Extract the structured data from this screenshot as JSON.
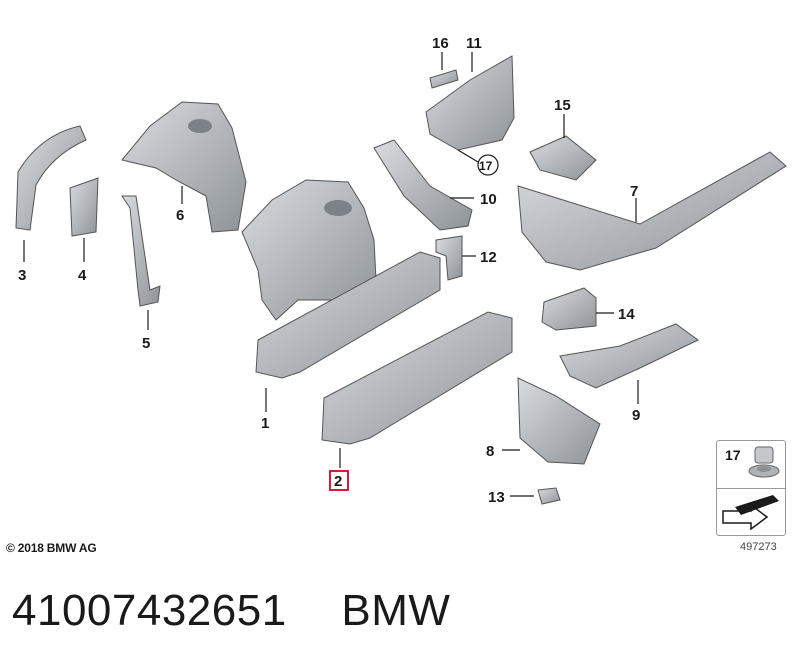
{
  "callouts": [
    {
      "id": "1",
      "label": "1"
    },
    {
      "id": "2",
      "label": "2"
    },
    {
      "id": "3",
      "label": "3"
    },
    {
      "id": "4",
      "label": "4"
    },
    {
      "id": "5",
      "label": "5"
    },
    {
      "id": "6",
      "label": "6"
    },
    {
      "id": "7",
      "label": "7"
    },
    {
      "id": "8",
      "label": "8"
    },
    {
      "id": "9",
      "label": "9"
    },
    {
      "id": "10",
      "label": "10"
    },
    {
      "id": "11",
      "label": "11"
    },
    {
      "id": "12",
      "label": "12"
    },
    {
      "id": "13",
      "label": "13"
    },
    {
      "id": "14",
      "label": "14"
    },
    {
      "id": "15",
      "label": "15"
    },
    {
      "id": "16",
      "label": "16"
    },
    {
      "id": "17",
      "label": "17"
    }
  ],
  "highlighted_callout": "2",
  "legend": {
    "number": "17",
    "icon": "flange-nut-icon"
  },
  "copyright": "© 2018 BMW AG",
  "image_id": "497273",
  "footer": {
    "part_number": "41007432651",
    "brand": "BMW"
  },
  "colors": {
    "part_fill": "#c4c8cc",
    "part_shadow": "#8e9398",
    "highlight": "#d4002a"
  }
}
